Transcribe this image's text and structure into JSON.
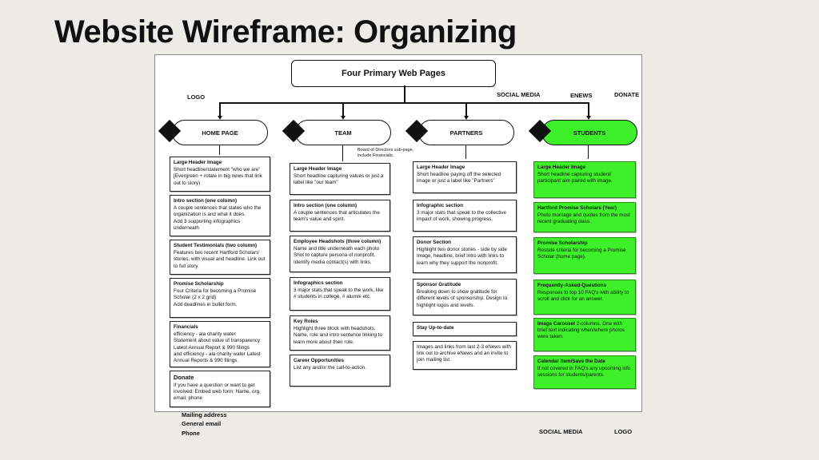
{
  "title": "Website Wireframe: Organizing",
  "top_box": "Four Primary Web Pages",
  "header_labels": {
    "logo": "LOGO",
    "social": "SOCIAL MEDIA",
    "enews": "ENEWS",
    "donate": "DONATE"
  },
  "columns": [
    {
      "label": "HOME PAGE",
      "cards": [
        {
          "h": "Large Header Image",
          "b": "Short headline/statement \"who we are\" [Evergreen + rotate in big news that link out to story)"
        },
        {
          "h": "Intro section (one column)",
          "b": "A couple sentences that states who the organization is and what it does.\nAdd 3 supporting infographics underneath"
        },
        {
          "h": "Student Testimonials (two column)",
          "b": "Features two recent Hartford Scholars' stories, with visual and headline. Link out to full story."
        },
        {
          "h": "Promise Scholarship",
          "b": "Four Criteria for becoming a Promise Scholar (2 x 2 grid)\nAdd deadlines in bullet form."
        },
        {
          "h": "Financials",
          "b": "efficiency - ala charity water\nStatement about value of transparency\nLatest Annual Report & 990 filings\nand efficiency - ala charity water Latest Annual Reports & 990 filings."
        },
        {
          "h": "Donate",
          "b": "If you have a question or want to get involved: Embed web form: Name, org, email, phone"
        }
      ]
    },
    {
      "label": "TEAM",
      "note": "Board of Directors sub-page,\ninclude Financials,",
      "cards": [
        {
          "h": "Large Header Image",
          "b": "Short headline capturing values or just a label like \"our team\""
        },
        {
          "h": "Intro section (one column)",
          "b": "A couple sentences that articulates the team's value and spirit."
        },
        {
          "h": "Employee Headshots (three column)",
          "b": "Name and title underneath each photo\nShot to capture persona of nonprofit.\nIdentify media contact(s) with links."
        },
        {
          "h": "Infographics section",
          "b": "3 major stats that speak to the work, like # students in college, # alumni etc."
        },
        {
          "h": "Key Roles",
          "b": "Highlight three block with headshots. Name, role and intro sentence linking to learn more about their role."
        },
        {
          "h": "Career Opportunities",
          "b": "List any and/or the call-to-action."
        }
      ]
    },
    {
      "label": "PARTNERS",
      "cards": [
        {
          "h": "Large Header Image",
          "b": "Short headline paying off the selected image or just a label like \"Partners\""
        },
        {
          "h": "Infographic section",
          "b": "3 major stats that speak to the collective impact of work, showing progress."
        },
        {
          "h": "Donor Section",
          "b": "Highlight two donor stories - side by side Image, headline, brief intro with links to learn why they support the nonprofit."
        },
        {
          "h": "Sponsor Gratitude",
          "b": "Breaking down to show gratitude for different levels of sponsorship. Design to highlight logos and levels."
        },
        {
          "h": "Stay Up-to-date",
          "b": ""
        },
        {
          "h": "",
          "b": "Images and links from last 2-3 eNews with link out to archive eNews and an invite to join mailing list."
        }
      ]
    },
    {
      "label": "STUDENTS",
      "cards": [
        {
          "h": "Large Header Image",
          "b": "Short headline capturing student/ participant aim paired with image."
        },
        {
          "h": "Hartford Promise Scholars (Year)",
          "b": "Photo montage and quotes from the most recent graduating class."
        },
        {
          "h": "Promise Scholarship",
          "b": "Restate criteria for becoming a Promise Scholar (home page)."
        },
        {
          "h": "Frequently-Asked-Questions",
          "b": "Responses to top 10 FAQ's with ability to scroll and click for an answer."
        },
        {
          "h": "Image Carousel",
          "b": "2-columns. One with brief text indicating when/where photos were taken."
        },
        {
          "h": "Calendar Item/Save the Date",
          "b": "If not covered in FAQ's any upcoming info sessions for students/parents."
        }
      ]
    }
  ],
  "footer": {
    "mailing": "Mailing address",
    "email": "General email",
    "phone": "Phone",
    "social": "SOCIAL MEDIA",
    "logo": "LOGO"
  },
  "colors": {
    "accent_green": "#3ef02a",
    "background": "#ecebe6"
  }
}
